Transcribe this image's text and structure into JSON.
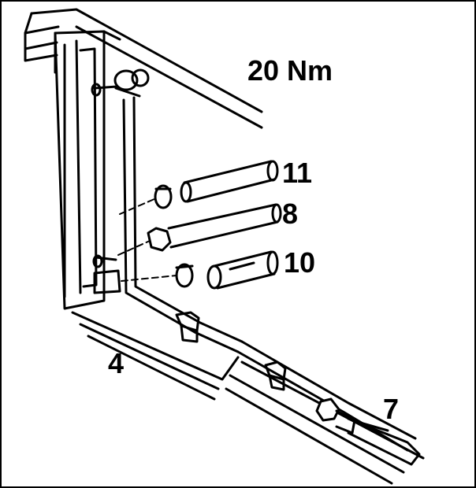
{
  "torque_label": "20 Nm",
  "callouts": {
    "hose_upper": "11",
    "pipe_middle": "8",
    "hose_lower": "10",
    "radiator": "4",
    "line_end": "7"
  }
}
